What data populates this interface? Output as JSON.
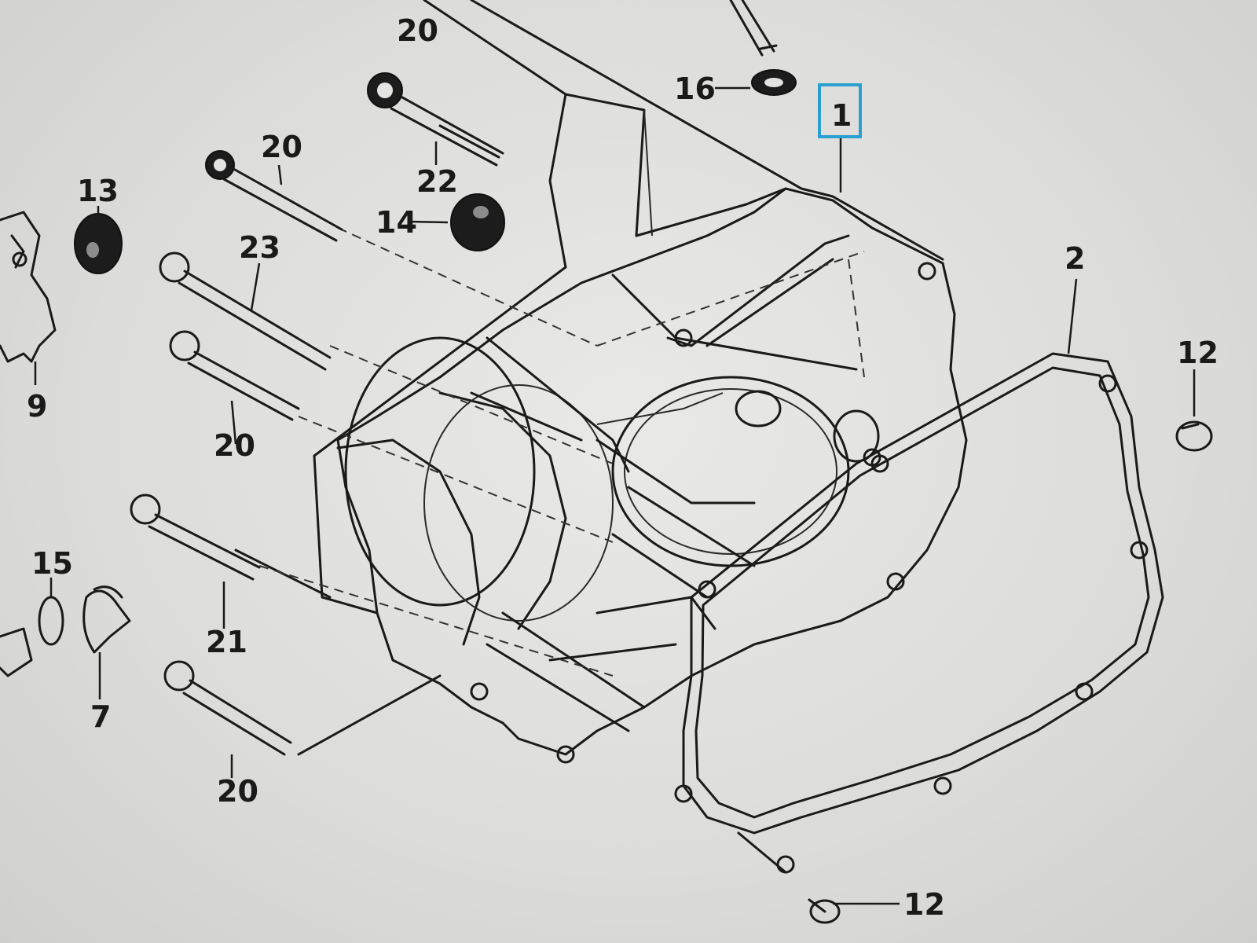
{
  "callouts": {
    "c1": "1",
    "c2": "2",
    "c7": "7",
    "c9": "9",
    "c12a": "12",
    "c12b": "12",
    "c13": "13",
    "c14": "14",
    "c15": "15",
    "c16": "16",
    "c20a": "20",
    "c20b": "20",
    "c20c": "20",
    "c20d": "20",
    "c21": "21",
    "c22": "22",
    "c23": "23"
  },
  "highlight_color": "#2aa0d0"
}
